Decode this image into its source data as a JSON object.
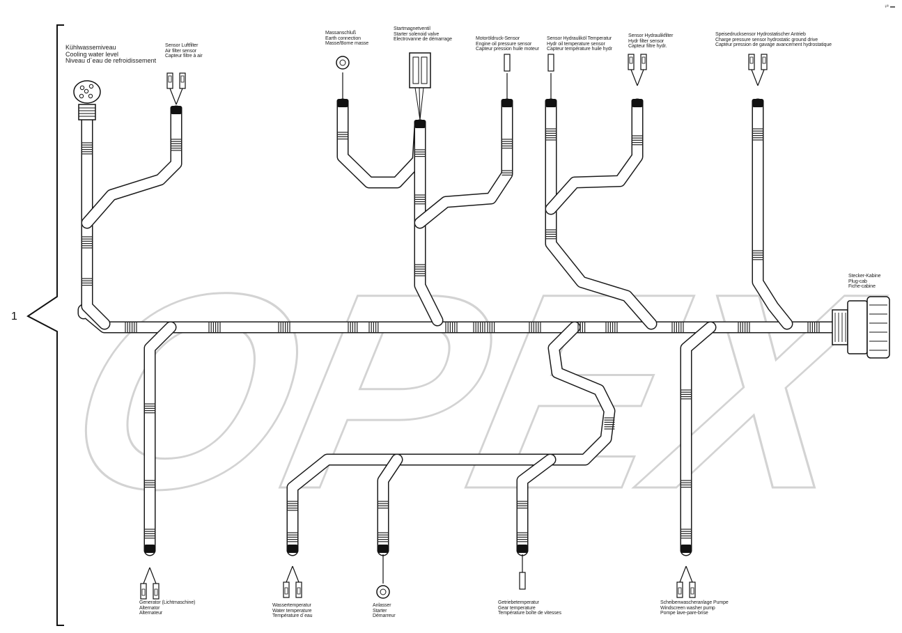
{
  "watermark": "OPEX",
  "callout_number": "1",
  "corner_mark": "⇄ ▬",
  "colors": {
    "line": "#1a1a1a",
    "watermark_stroke": "#c8c8c8",
    "band": "#222222"
  },
  "labels": {
    "coolant": [
      "Kühlwassemiveau",
      "Cooling water level",
      "Niveau d´eau de refroidissement"
    ],
    "air_filter": [
      "Sensor Luftfilter",
      "Air filter sensor",
      "Capteur filtre à air"
    ],
    "earth": [
      "Massanschluß",
      "Earth connection",
      "Masse/Borne masse"
    ],
    "starter_valve": [
      "Startmagnetventil",
      "Starter solenoid valve",
      "Electrovanne de démarrage"
    ],
    "oil_pressure": [
      "Motoröldruck-Sensor",
      "Engine oil pressure sensor",
      "Capteur pression huile moteur"
    ],
    "hyd_temp": [
      "Sensor Hydrauliköl Temperatur",
      "Hydr oil temperature sensor",
      "Capteur température huile hydr"
    ],
    "hyd_filter": [
      "Sensor Hydraulikfilter",
      "Hydr filter sensor",
      "Capteur filtre hydr."
    ],
    "charge_pressure": [
      "Speisedrucksensor Hydrostatischer Antrieb",
      "Charge pressure sensor hydrostatic ground drive",
      "Capteur pression de gavage avancement hydrostatique"
    ],
    "plug_cab": [
      "Stecker-Kabine",
      "Plug-cab",
      "Fiche-cabine"
    ],
    "alternator": [
      "Generator (Lichtmaschine)",
      "Alternator",
      "Alternateur"
    ],
    "water_temp": [
      "Wassertemperatur",
      "Water temperature",
      "Température d´eau"
    ],
    "starter": [
      "Anlasser",
      "Starter",
      "Démarreur"
    ],
    "gear_temp": [
      "Getriebetemperatur",
      "Gear temperature",
      "Température boîte de vitesses"
    ],
    "washer_pump": [
      "Scheibenwascheranlage Pumpe",
      "Windscreen washer pump",
      "Pompe lave-pare-brise"
    ]
  }
}
